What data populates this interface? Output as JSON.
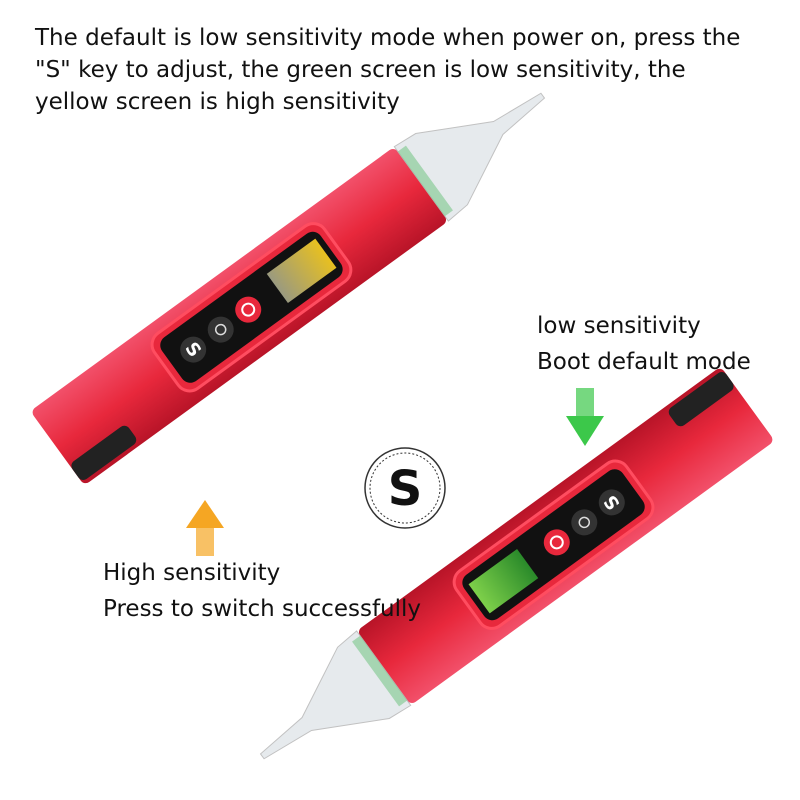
{
  "caption": {
    "line1": "The default is low sensitivity mode when power on, press the",
    "line2": "\"S\" key to adjust, the green screen is low sensitivity, the",
    "line3": "yellow screen is high sensitivity"
  },
  "low_mode": {
    "title": "low sensitivity",
    "subtitle": "Boot default mode",
    "arrow_color": "#3cc84a"
  },
  "high_mode": {
    "title": "High sensitivity",
    "subtitle": "Press to switch successfully",
    "arrow_color": "#f5a623"
  },
  "s_key": {
    "label": "S"
  },
  "colors": {
    "body": "#e8283c",
    "yellow_screen": "#c8b23a",
    "green_screen": "#3fb83a"
  }
}
